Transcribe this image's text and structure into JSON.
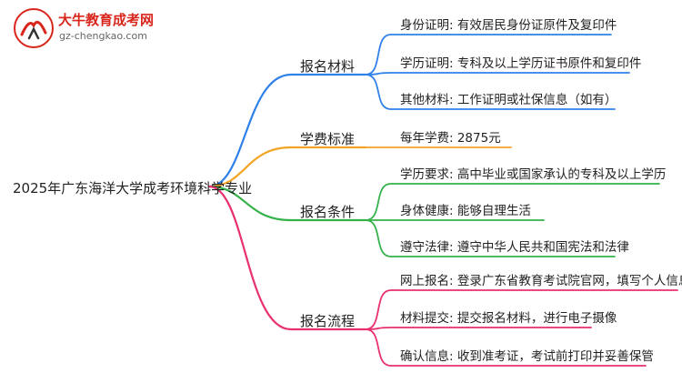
{
  "logo": {
    "brand": "大牛教育成考网",
    "url": "gz-chengkao.com"
  },
  "colors": {
    "blue": "#2f80e8",
    "orange": "#f2a524",
    "green": "#34b24a",
    "pink": "#e8306e"
  },
  "root": "2025年广东海洋大学成考环境科学专业",
  "branches": [
    {
      "label": "报名材料",
      "color": "blue",
      "leaves": [
        "身份证明: 有效居民身份证原件及复印件",
        "学历证明: 专科及以上学历证书原件和复印件",
        "其他材料: 工作证明或社保信息（如有）"
      ]
    },
    {
      "label": "学费标准",
      "color": "orange",
      "leaves": [
        "每年学费: 2875元"
      ]
    },
    {
      "label": "报名条件",
      "color": "green",
      "leaves": [
        "学历要求: 高中毕业或国家承认的专科及以上学历",
        "身体健康: 能够自理生活",
        "遵守法律: 遵守中华人民共和国宪法和法律"
      ]
    },
    {
      "label": "报名流程",
      "color": "pink",
      "leaves": [
        "网上报名: 登录广东省教育考试院官网，填写个人信息",
        "材料提交: 提交报名材料，进行电子摄像",
        "确认信息: 收到准考证，考试前打印并妥善保管"
      ]
    }
  ]
}
